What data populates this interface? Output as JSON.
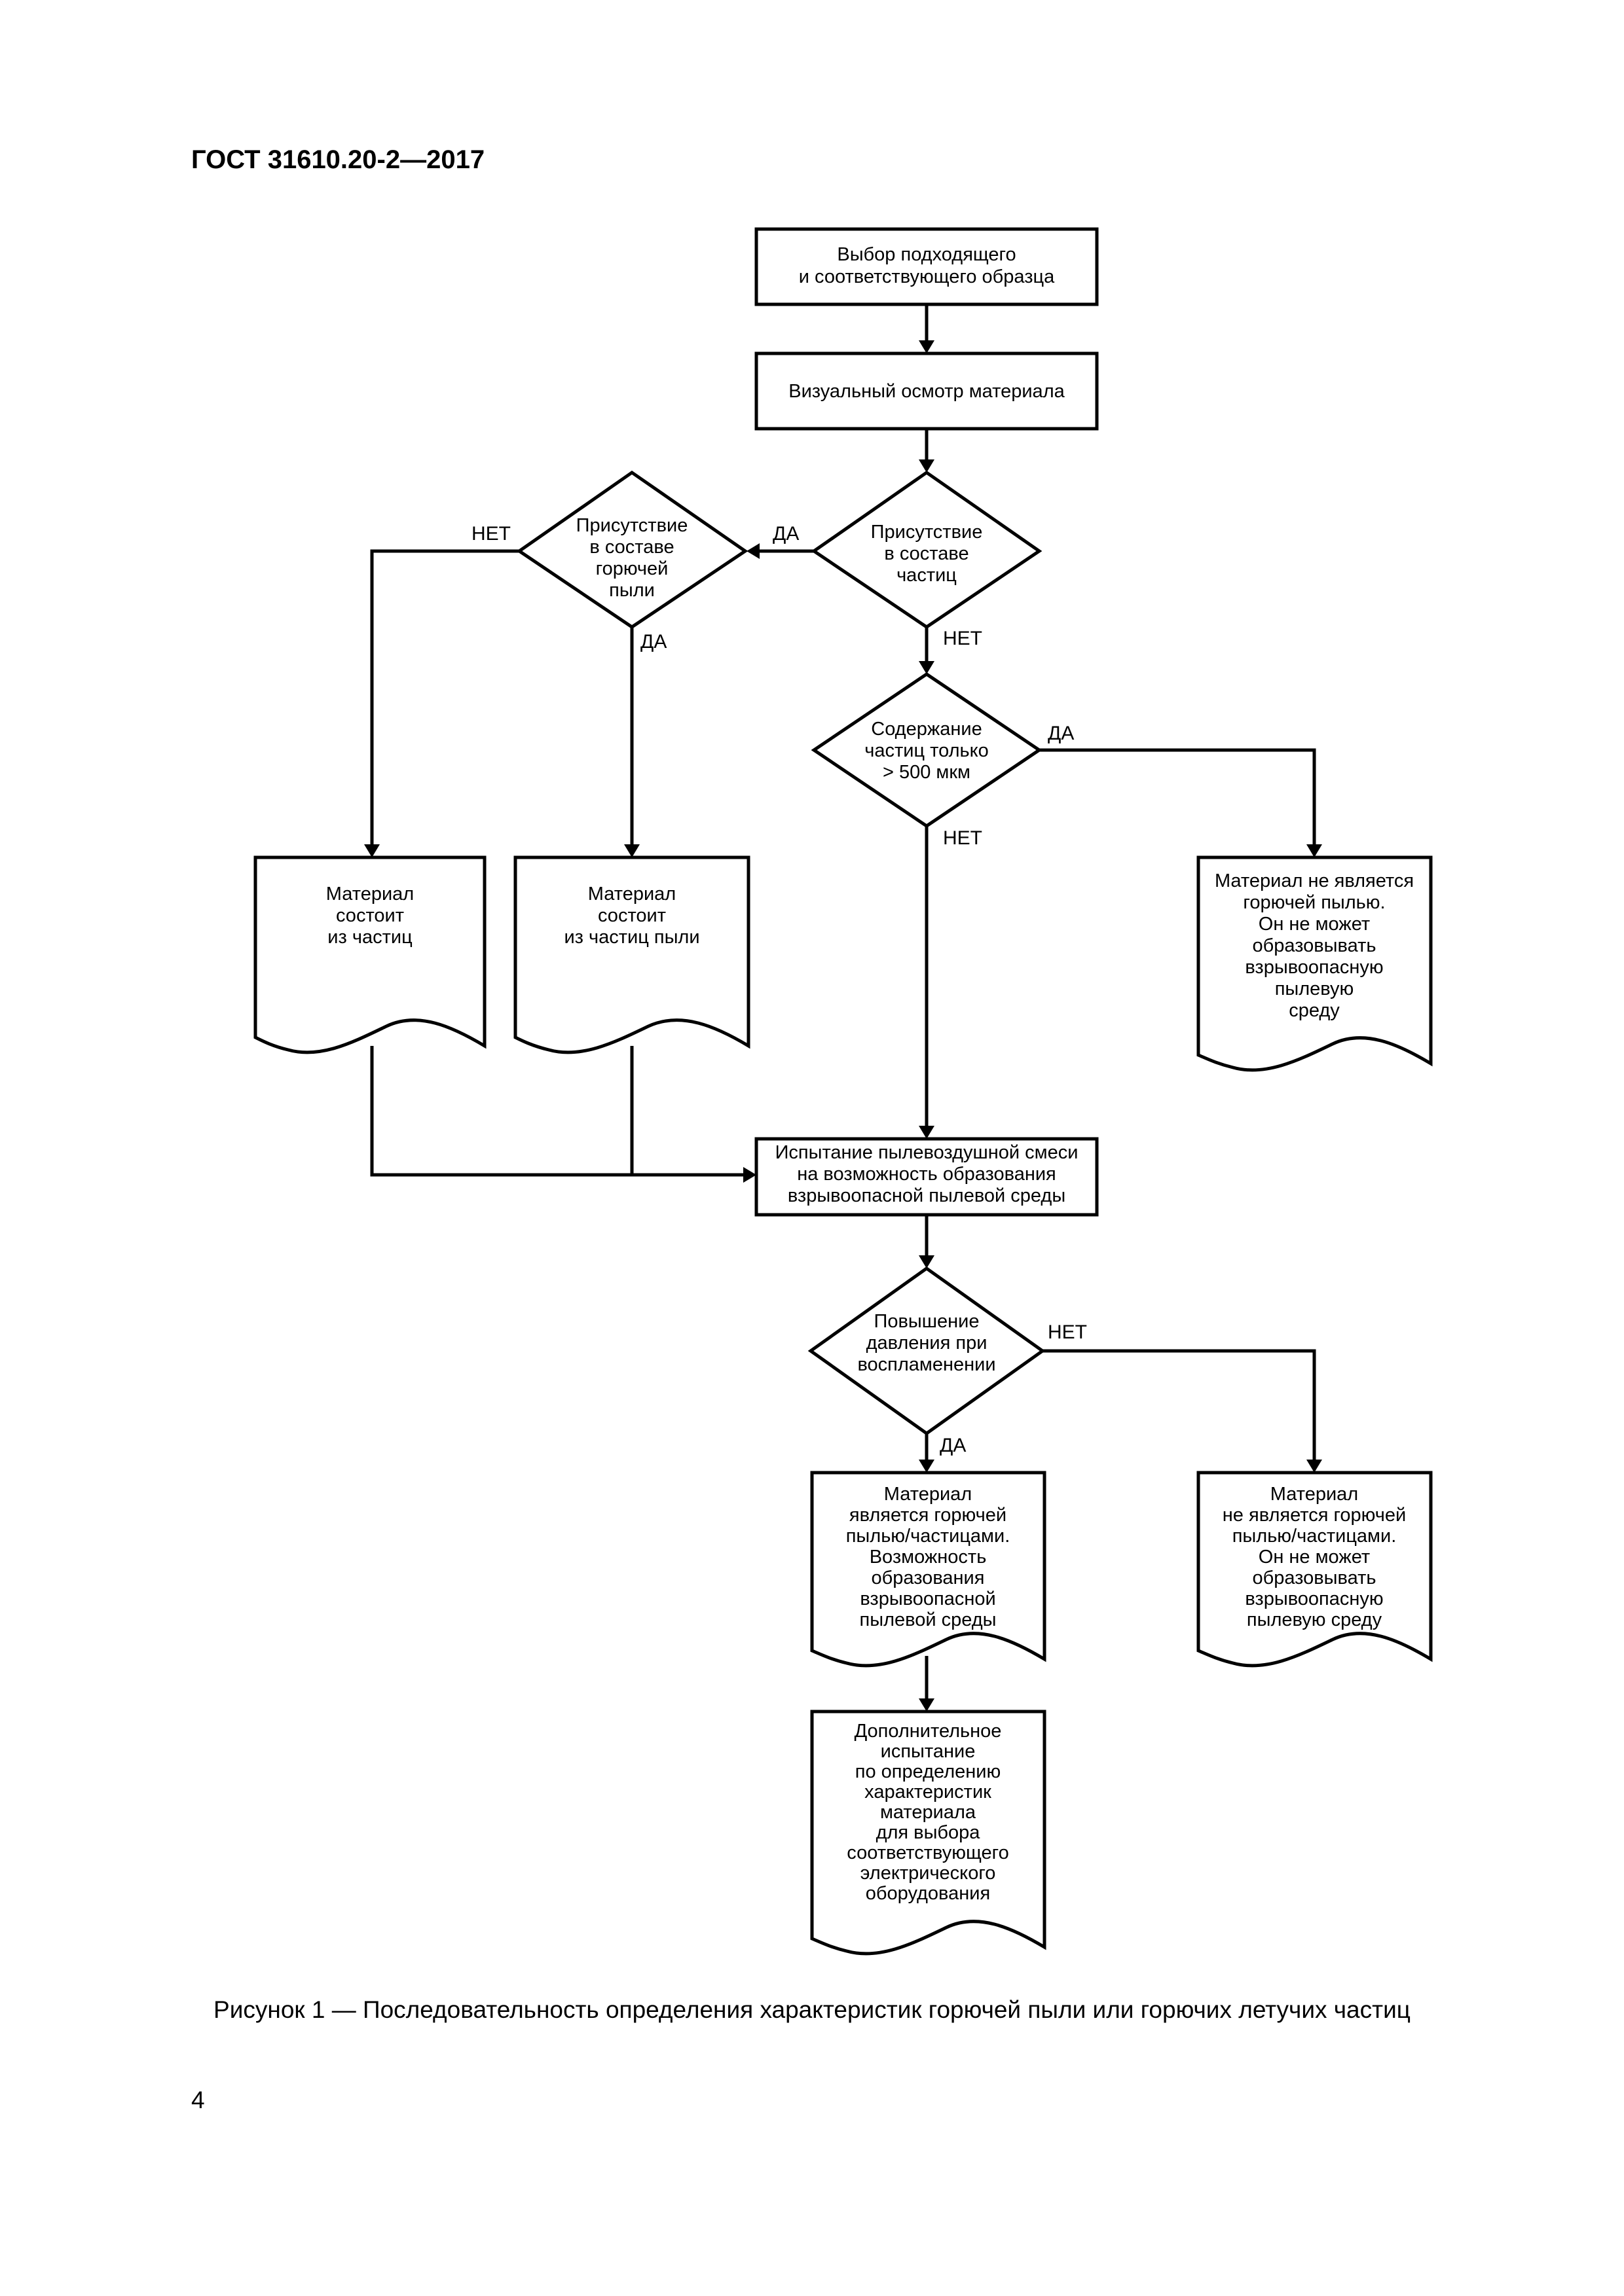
{
  "header": {
    "standard": "ГОСТ 31610.20-2—2017"
  },
  "caption": "Рисунок 1 — Последовательность определения характеристик горючей пыли или горючих летучих частиц",
  "page_number": "4",
  "flowchart": {
    "nodes": {
      "select_sample": {
        "type": "process",
        "lines": [
          "Выбор подходящего",
          "и соответствующего образца"
        ]
      },
      "visual_inspection": {
        "type": "process",
        "lines": [
          "Визуальный осмотр материала"
        ]
      },
      "particles_present": {
        "type": "decision",
        "lines": [
          "Присутствие",
          "в составе",
          "частиц"
        ]
      },
      "dust_present": {
        "type": "decision",
        "lines": [
          "Присутствие",
          "в составе",
          "горючей",
          "пыли"
        ]
      },
      "size_check": {
        "type": "decision",
        "lines": [
          "Содержание",
          "частиц только",
          "> 500 мкм"
        ]
      },
      "material_particles": {
        "type": "document",
        "lines": [
          "Материал",
          "состоит",
          "из частиц"
        ]
      },
      "material_dust": {
        "type": "document",
        "lines": [
          "Материал",
          "состоит",
          "из частиц пыли"
        ]
      },
      "not_combustible": {
        "type": "document",
        "lines": [
          "Материал не является",
          "горючей пылью.",
          "Он не может",
          "образовывать",
          "взрывоопасную",
          "пылевую",
          "среду"
        ]
      },
      "mixture_test": {
        "type": "process",
        "lines": [
          "Испытание пылевоздушной смеси",
          "на возможность образования",
          "взрывоопасной пылевой среды"
        ]
      },
      "pressure_rise": {
        "type": "decision",
        "lines": [
          "Повышение",
          "давления при",
          "воспламенении"
        ]
      },
      "is_combustible": {
        "type": "document",
        "lines": [
          "Материал",
          "является горючей",
          "пылью/частицами.",
          "Возможность",
          "образования",
          "взрывоопасной",
          "пылевой среды"
        ]
      },
      "not_combustible2": {
        "type": "document",
        "lines": [
          "Материал",
          "не является горючей",
          "пылью/частицами.",
          "Он не может",
          "образовывать",
          "взрывоопасную",
          "пылевую среду"
        ]
      },
      "additional_test": {
        "type": "document",
        "lines": [
          "Дополнительное",
          "испытание",
          "по определению",
          "характеристик",
          "материала",
          "для выбора",
          "соответствующего",
          "электрического",
          "оборудования"
        ]
      }
    },
    "edge_labels": {
      "yes": "ДА",
      "no": "НЕТ"
    }
  }
}
